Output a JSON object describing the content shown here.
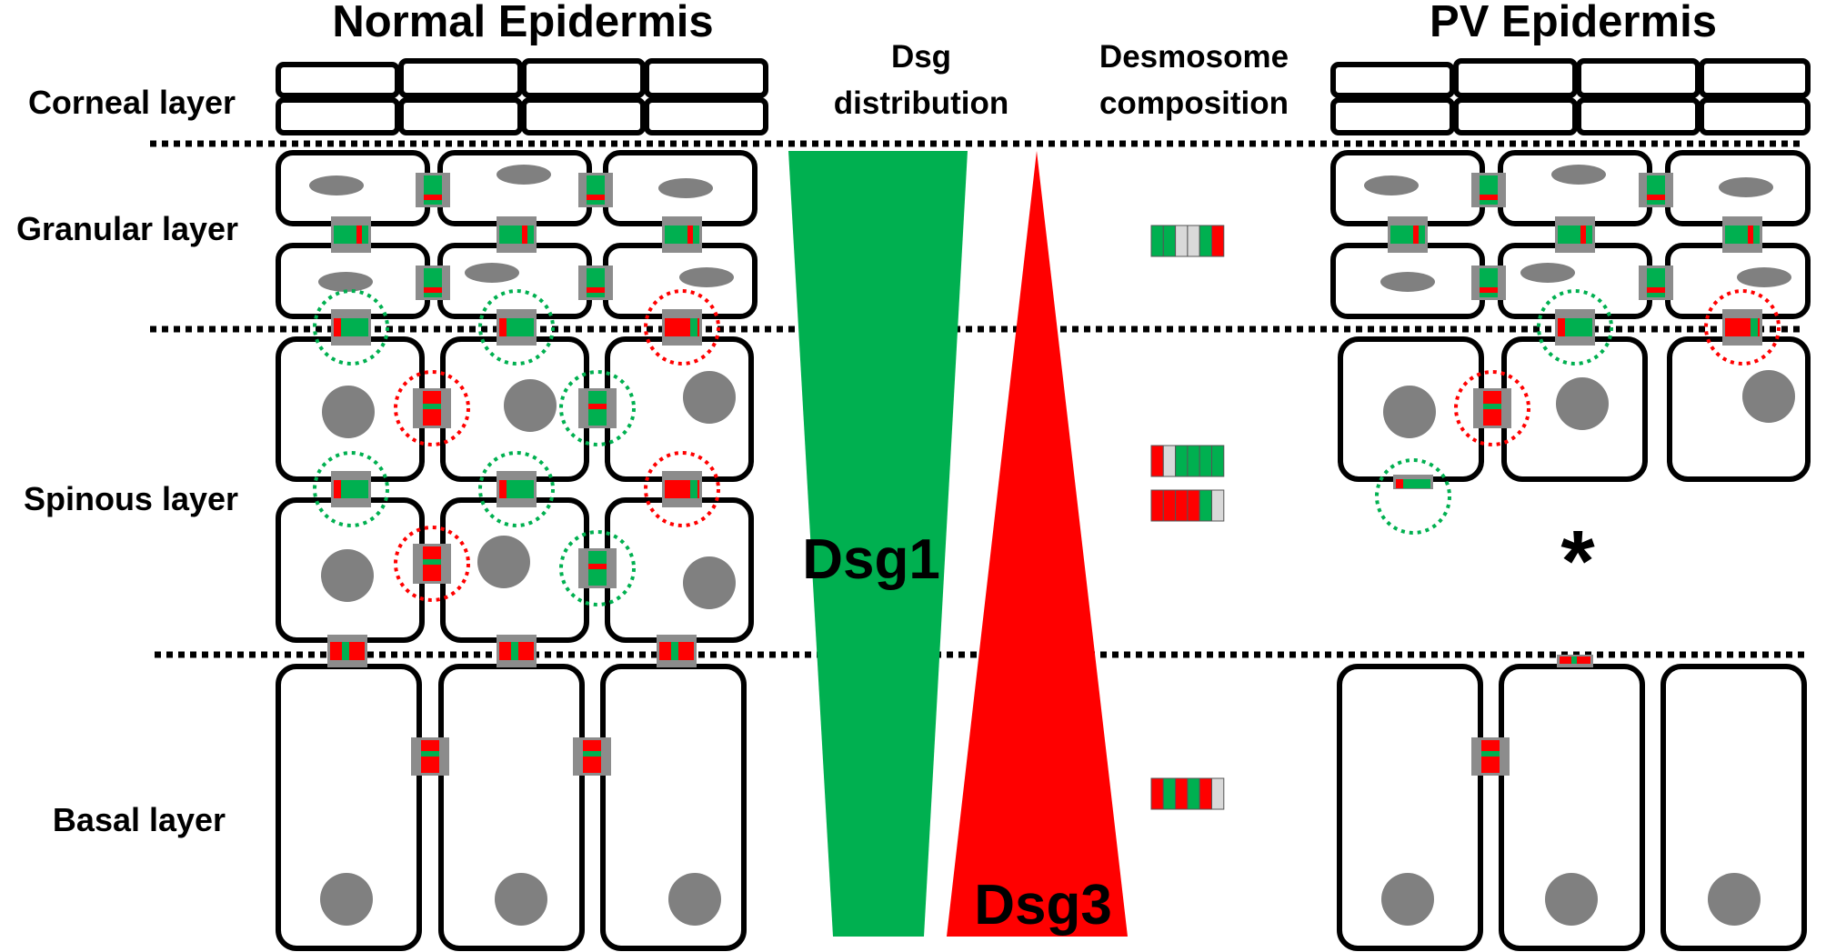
{
  "headers": {
    "normal": "Normal Epidermis",
    "pv": "PV Epidermis",
    "dsg_distribution": [
      "Dsg",
      "distribution"
    ],
    "desmosome_composition": [
      "Desmosome",
      "composition"
    ]
  },
  "layers": {
    "corneal": "Corneal layer",
    "granular": "Granular layer",
    "spinous": "Spinous layer",
    "basal": "Basal layer"
  },
  "gradient_labels": {
    "dsg1": "Dsg1",
    "dsg3": "Dsg3"
  },
  "marker": "*",
  "colors": {
    "dsg1": "#00b050",
    "dsg3": "#ff0000",
    "empty": "#d9d9d9",
    "plaque": "#8c8c8c",
    "nucleus": "#808080",
    "outline": "#000000"
  },
  "composition_bars": [
    {
      "level": "granular",
      "stripes": [
        "green",
        "green",
        "empty",
        "empty",
        "green",
        "red"
      ]
    },
    {
      "level": "upper-spinous",
      "stripes": [
        "red",
        "empty",
        "green",
        "green",
        "green",
        "green"
      ]
    },
    {
      "level": "lower-spinous",
      "stripes": [
        "red",
        "red",
        "red",
        "red",
        "green",
        "empty"
      ]
    },
    {
      "level": "basal",
      "stripes": [
        "red",
        "green",
        "red",
        "green",
        "red",
        "empty"
      ]
    }
  ]
}
